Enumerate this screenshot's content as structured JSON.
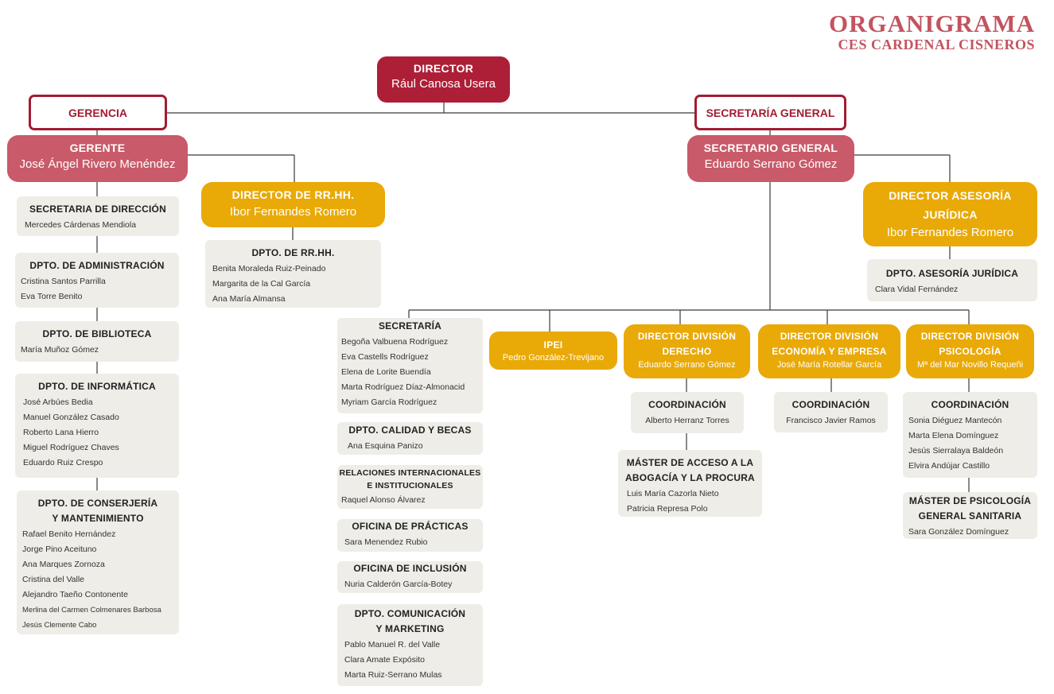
{
  "header": {
    "title": "ORGANIGRAMA",
    "subtitle": "CES CARDENAL CISNEROS"
  },
  "director": {
    "role": "DIRECTOR",
    "name": "Rául Canosa Usera"
  },
  "gerencia": {
    "label": "GERENCIA"
  },
  "secretaria_general": {
    "label": "SECRETARÍA GENERAL"
  },
  "gerente": {
    "role": "GERENTE",
    "name": "José Ángel Rivero Menéndez"
  },
  "secretario_general": {
    "role": "SECRETARIO GENERAL",
    "name": "Eduardo Serrano Gómez"
  },
  "director_rrhh": {
    "role": "DIRECTOR DE RR.HH.",
    "name": "Ibor Fernandes Romero"
  },
  "director_asesoria": {
    "role_line1": "DIRECTOR ASESORÍA",
    "role_line2": "JURÍDICA",
    "name": "Ibor Fernandes Romero"
  },
  "gerencia_depts": [
    {
      "title": "SECRETARIA DE DIRECCIÓN",
      "members": [
        "Mercedes Cárdenas Mendiola"
      ]
    },
    {
      "title": "DPTO. DE ADMINISTRACIÓN",
      "members": [
        "Cristina Santos Parrilla",
        "Eva Torre Benito"
      ]
    },
    {
      "title": "DPTO. DE BIBLIOTECA",
      "members": [
        "María Muñoz Gómez"
      ]
    },
    {
      "title": "DPTO. DE INFORMÁTICA",
      "members": [
        "José Arbúes Bedia",
        "Manuel González Casado",
        "Roberto Lana Hierro",
        "Miguel Rodríguez Chaves",
        "Eduardo Ruiz Crespo"
      ]
    },
    {
      "title_line1": "DPTO. DE CONSERJERÍA",
      "title_line2": "Y MANTENIMIENTO",
      "members": [
        "Rafael Benito Hernández",
        "Jorge Pino Aceituno",
        "Ana Marques Zornoza",
        "Cristina del Valle",
        "Alejandro Taeño Contonente",
        "Merlina del Carmen Colmenares Barbosa",
        "Jesús Clemente Cabo"
      ]
    }
  ],
  "dpto_rrhh": {
    "title": "DPTO. DE RR.HH.",
    "members": [
      "Benita Moraleda Ruiz-Peinado",
      "Margarita de la Cal García",
      "Ana María Almansa"
    ]
  },
  "dpto_asesoria": {
    "title": "DPTO. ASESORÍA JURÍDICA",
    "members": [
      "Clara Vidal Fernández"
    ]
  },
  "secretaria_depts": [
    {
      "title": "SECRETARÍA",
      "members": [
        "Begoña Valbuena Rodríguez",
        "Eva Castells Rodríguez",
        "Elena de Lorite Buendía",
        "Marta Rodríguez Díaz-Almonacid",
        "Myriam García Rodríguez"
      ]
    },
    {
      "title": "DPTO. CALIDAD Y BECAS",
      "members": [
        "Ana Esquina Panizo"
      ]
    },
    {
      "title_line1": "RELACIONES INTERNACIONALES",
      "title_line2": "E INSTITUCIONALES",
      "members": [
        "Raquel Alonso Álvarez"
      ]
    },
    {
      "title": "OFICINA DE PRÁCTICAS",
      "members": [
        "Sara Menendez Rubio"
      ]
    },
    {
      "title": "OFICINA DE INCLUSIÓN",
      "members": [
        "Nuria Calderón García-Botey"
      ]
    },
    {
      "title_line1": "DPTO. COMUNICACIÓN",
      "title_line2": "Y MARKETING",
      "members": [
        "Pablo Manuel R. del Valle",
        "Clara Amate Expósito",
        "Marta Ruiz-Serrano Mulas"
      ]
    }
  ],
  "ipei": {
    "title": "IPEI",
    "name": "Pedro González-Trevijano"
  },
  "div_derecho": {
    "line1": "DIRECTOR DIVISIÓN",
    "line2": "DERECHO",
    "name": "Eduardo Serrano Gómez"
  },
  "div_economia": {
    "line1": "DIRECTOR DIVISIÓN",
    "line2": "ECONOMÍA Y EMPRESA",
    "name": "José María Rotellar García"
  },
  "div_psicologia": {
    "line1": "DIRECTOR DIVISIÓN",
    "line2": "PSICOLOGÍA",
    "name": "Mª del Mar Novillo Requeñi"
  },
  "coord_derecho": {
    "title": "COORDINACIÓN",
    "members": [
      "Alberto Herranz Torres"
    ]
  },
  "master_abogacia": {
    "title_line1": "MÁSTER DE ACCESO A LA",
    "title_line2": "ABOGACÍA Y LA PROCURA",
    "members": [
      "Luis María Cazorla Nieto",
      "Patricia Represa Polo"
    ]
  },
  "coord_economia": {
    "title": "COORDINACIÓN",
    "members": [
      "Francisco Javier Ramos"
    ]
  },
  "coord_psicologia": {
    "title": "COORDINACIÓN",
    "members": [
      "Sonia Diéguez Mantecón",
      "Marta Elena Domínguez",
      "Jesús Sierralaya Baldeón",
      "Elvira Andújar Castillo"
    ]
  },
  "master_psicologia": {
    "title_line1": "MÁSTER DE PSICOLOGÍA",
    "title_line2": "GENERAL SANITARIA",
    "members": [
      "Sara González Domínguez"
    ]
  },
  "colors": {
    "director_red": "#ad1f37",
    "pink": "#c85a69",
    "gold": "#e9a907",
    "grey_box": "#efede7",
    "title": "#c2545f"
  }
}
